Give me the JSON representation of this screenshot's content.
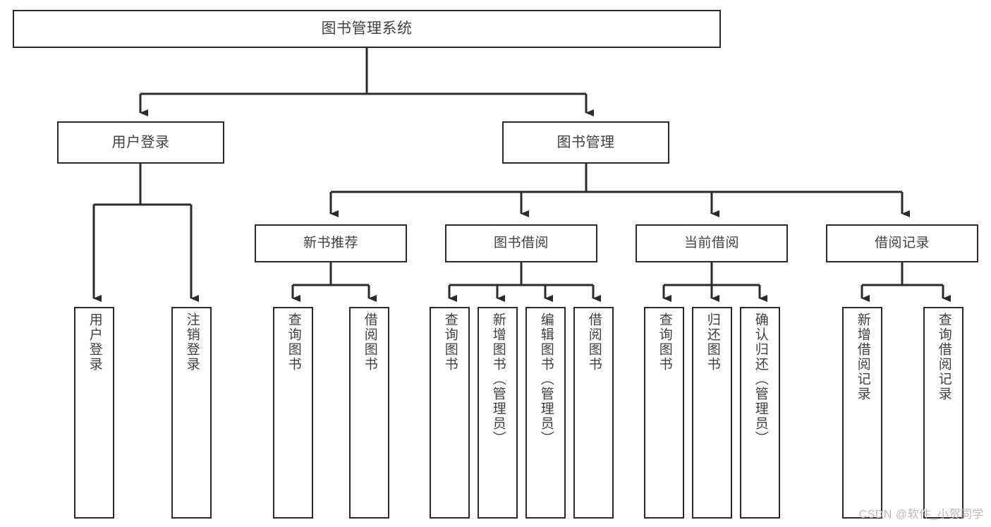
{
  "diagram": {
    "type": "tree",
    "title": "图书管理系统",
    "root": {
      "label": "图书管理系统"
    },
    "level1": [
      {
        "label": "用户登录"
      },
      {
        "label": "图书管理"
      }
    ],
    "level2": [
      {
        "label": "新书推荐"
      },
      {
        "label": "图书借阅"
      },
      {
        "label": "当前借阅"
      },
      {
        "label": "借阅记录"
      }
    ],
    "leaves": {
      "user_login": [
        {
          "label": "用户登录"
        },
        {
          "label": "注销登录"
        }
      ],
      "new_book_recommend": [
        {
          "label": "查询图书"
        },
        {
          "label": "借阅图书"
        }
      ],
      "book_borrow": [
        {
          "label": "查询图书"
        },
        {
          "label": "新增图书（管理员）"
        },
        {
          "label": "编辑图书（管理员）"
        },
        {
          "label": "借阅图书"
        }
      ],
      "current_borrow": [
        {
          "label": "查询图书"
        },
        {
          "label": "归还图书"
        },
        {
          "label": "确认归还（管理员）"
        }
      ],
      "borrow_record": [
        {
          "label": "新增借阅记录"
        },
        {
          "label": "查询借阅记录"
        }
      ]
    }
  },
  "watermark": {
    "text": "CSDN @软件_小贺同学"
  },
  "colors": {
    "background": "#ffffff",
    "box_border": "#2b2b2b",
    "text": "#3f4042",
    "connector": "#2b2b2b",
    "watermark": "#b9b9b9"
  }
}
